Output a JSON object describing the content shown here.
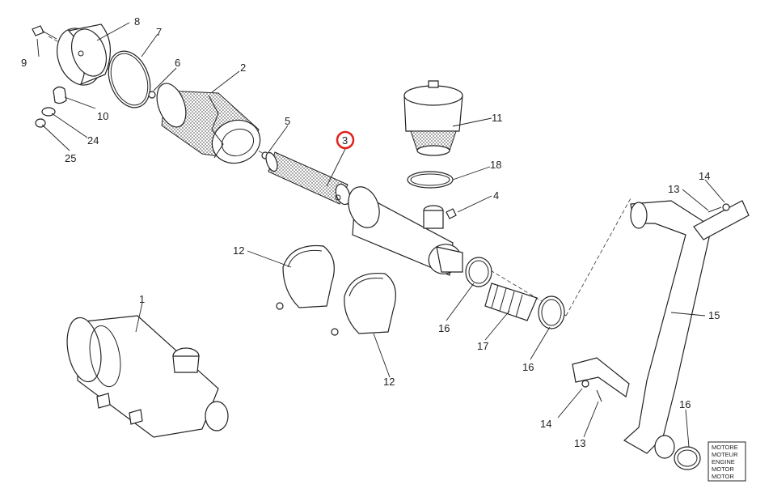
{
  "diagram": {
    "highlighted_callout": "3",
    "highlight_color": "#e0201b",
    "callouts": {
      "c1": "1",
      "c2": "2",
      "c3": "3",
      "c4": "4",
      "c5": "5",
      "c6": "6",
      "c7": "7",
      "c8": "8",
      "c9": "9",
      "c10": "10",
      "c11": "11",
      "c12a": "12",
      "c12b": "12",
      "c13a": "13",
      "c13b": "13",
      "c14a": "14",
      "c14b": "14",
      "c15": "15",
      "c16a": "16",
      "c16b": "16",
      "c16c": "16",
      "c17": "17",
      "c18": "18",
      "c24": "24",
      "c25": "25"
    },
    "legend": [
      "MOTORE",
      "MOTEUR",
      "ENGINE",
      "MOTOR",
      "MOTOR"
    ]
  }
}
